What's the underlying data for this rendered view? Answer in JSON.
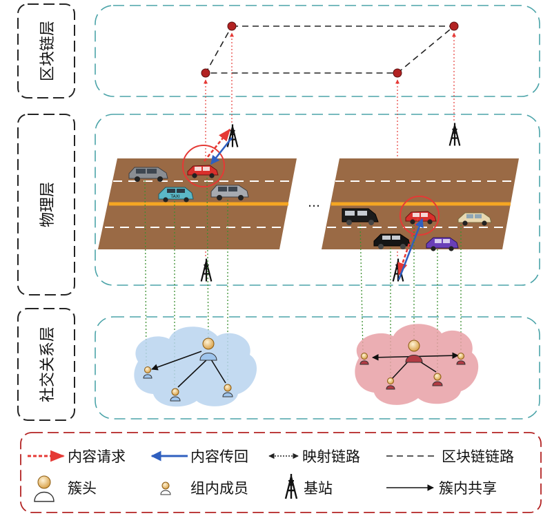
{
  "layers": {
    "blockchain": "区块链层",
    "physical": "物理层",
    "social": "社交关系层"
  },
  "ellipsis": "…",
  "taxi_sign": "TAXI",
  "legend": {
    "content_request": "内容请求",
    "content_return": "内容传回",
    "mapping_link": "映射链路",
    "blockchain_link": "区块链链路",
    "cluster_head": "簇头",
    "member": "组内成员",
    "base_station": "基站",
    "intra_cluster_share": "簇内共享"
  },
  "colors": {
    "road": "#9a6a45",
    "lane_center": "#f5a623",
    "request_arrow": "#e53935",
    "return_arrow": "#2f5fbf",
    "mapping_dots": "#3a8f2f",
    "node": "#b22222",
    "layer_border": "#4aa3a8",
    "legend_border": "#b22222",
    "left_cloud": "#b9d3ef",
    "right_cloud": "#e7a0a6"
  }
}
